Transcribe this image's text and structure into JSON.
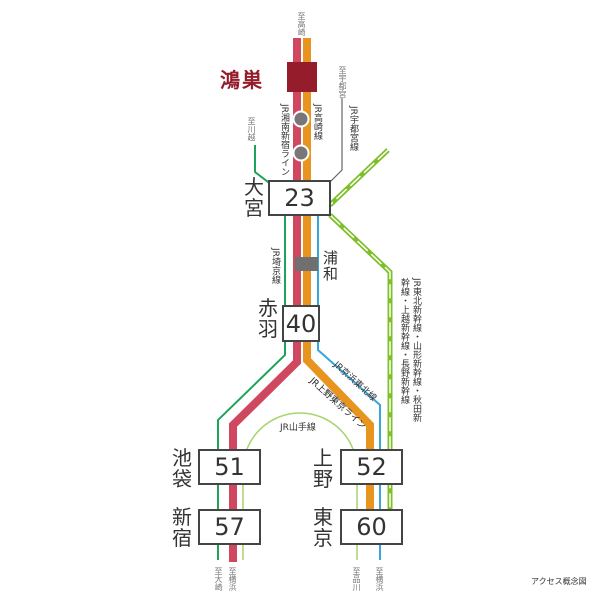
{
  "origin": {
    "name": "鴻巣",
    "color": "#951c2b"
  },
  "directions": {
    "takasaki": "至高崎",
    "utsunomiya": "至宇都宮",
    "kawagoe": "至川越",
    "osaki": "至大崎",
    "yokohama1": "至横浜",
    "shinagawa": "至品川",
    "yokohama2": "至横浜"
  },
  "lines": {
    "shonan": {
      "label": "JR湘南新宿ライン",
      "color": "#d0485f"
    },
    "takasaki": {
      "label": "JR高崎線",
      "color": "#e8951f"
    },
    "utsunomiya": {
      "label": "JR宇都宮線",
      "color": "#666666"
    },
    "saikyo": {
      "label": "JR埼京線",
      "color": "#1fa35c"
    },
    "keihin": {
      "label": "JR京浜東北線",
      "color": "#35a7d8"
    },
    "ueno_tokyo": {
      "label": "JR上野東京ライン",
      "color": "#e8951f"
    },
    "yamanote": {
      "label": "JR山手線",
      "color": "#a8d46f"
    },
    "shinkansen": {
      "label": "JR東北新幹線・山形新幹線・秋田新幹線・上越新幹線・長野新幹線",
      "color": "#7fbf2a"
    }
  },
  "stations": [
    {
      "name": "大宮",
      "minutes": "23"
    },
    {
      "name": "浦和"
    },
    {
      "name": "赤羽",
      "minutes": "40"
    },
    {
      "name": "池袋",
      "minutes": "51"
    },
    {
      "name": "上野",
      "minutes": "52"
    },
    {
      "name": "新宿",
      "minutes": "57"
    },
    {
      "name": "東京",
      "minutes": "60"
    }
  ],
  "caption": "アクセス概念図"
}
